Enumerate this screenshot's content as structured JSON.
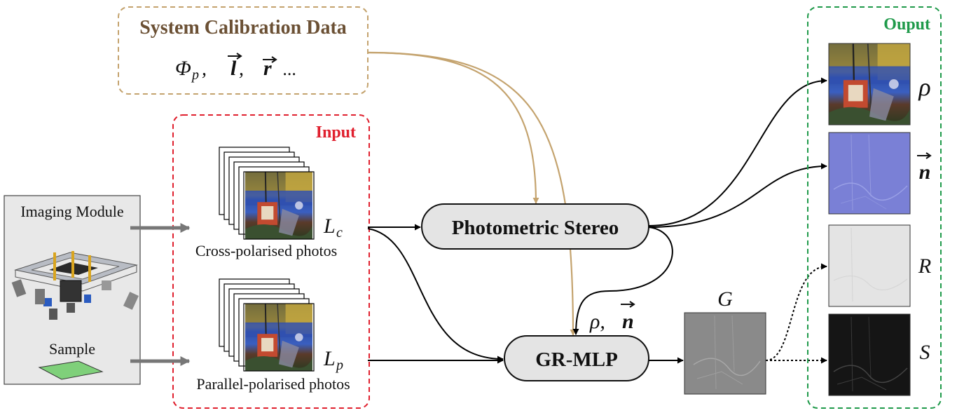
{
  "calibration": {
    "title": "System Calibration Data",
    "phi": "Φ",
    "phi_sub": "p",
    "l_sym": "l",
    "r_sym": "r",
    "comma": ",",
    "ellipsis": "..."
  },
  "input": {
    "title": "Input",
    "cross_caption": "Cross-polarised photos",
    "parallel_caption": "Parallel-polarised photos",
    "lc_main": "L",
    "lc_sub": "c",
    "lp_main": "L",
    "lp_sub": "p"
  },
  "left_panel": {
    "imaging_module": "Imaging Module",
    "sample": "Sample"
  },
  "process": {
    "photometric_stereo": "Photometric Stereo",
    "gr_mlp": "GR-MLP",
    "rho_n_rho": "ρ,",
    "rho_n_n": "n",
    "g_label": "G"
  },
  "output": {
    "title": "Ouput",
    "rho": "ρ",
    "n": "n",
    "R": "R",
    "S": "S"
  },
  "colors": {
    "calibration_border": "#c4a36e",
    "calibration_arrow": "#c4a36e",
    "input_border": "#e0202e",
    "output_border": "#1f9a4a",
    "process_fill": "#e4e4e4",
    "left_panel_fill": "#e8e8e8"
  }
}
